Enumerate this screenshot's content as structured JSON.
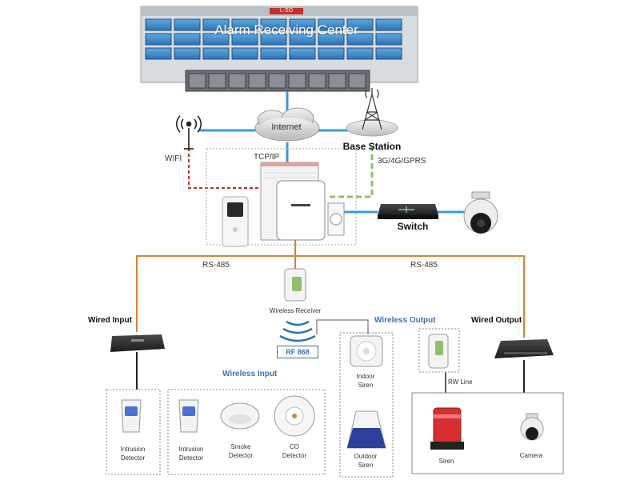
{
  "center": {
    "title": "Alarm Receiving Center",
    "sign": "L-SO"
  },
  "network": {
    "internet": "Internet",
    "base_station": "Base Station",
    "cellular": "3G/4G/GPRS",
    "wifi": "WIFI",
    "tcpip": "TCP/IP",
    "switch": "Switch",
    "rs485_left": "RS-485",
    "rs485_right": "RS-485"
  },
  "receiver": {
    "label": "Wireless Receiver",
    "rf": "RF 868"
  },
  "groups": {
    "wired_input": "Wired Input",
    "wireless_input": "Wireless Input",
    "wireless_output": "Wireless Output",
    "wired_output": "Wired Output",
    "rw_line": "RW Line"
  },
  "devices": {
    "intrusion_1": "Intrusion\nDetector",
    "intrusion_2": "Intrusion\nDetector",
    "smoke": "Smoke\nDetector",
    "co": "CO\nDetector",
    "indoor_siren": "Indoor\nSiren",
    "outdoor_siren": "Outdoor\nSiren",
    "siren": "Siren",
    "camera": "Camera"
  },
  "colors": {
    "network_line": "#3a9ad9",
    "rs485_line": "#d9823b",
    "wifi_line": "#c0302f",
    "cellular_line": "#8fbf6a",
    "label_blue": "#3d6fb8"
  }
}
